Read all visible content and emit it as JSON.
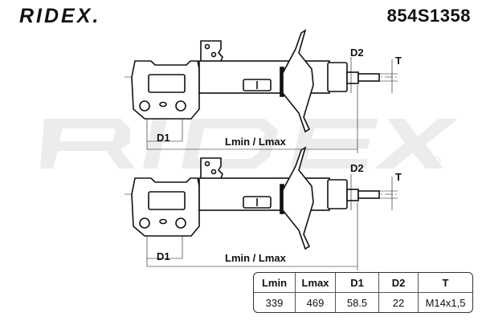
{
  "brand": "RIDEX.",
  "watermark": "RIDEX",
  "part_number": "854S1358",
  "drawings": [
    {
      "labels": {
        "d1": "D1",
        "d2": "D2",
        "t": "T",
        "length": "Lmin / Lmax"
      }
    },
    {
      "labels": {
        "d1": "D1",
        "d2": "D2",
        "t": "T",
        "length": "Lmin / Lmax"
      }
    }
  ],
  "spec_table": {
    "headers": [
      "Lmin",
      "Lmax",
      "D1",
      "D2",
      "T"
    ],
    "values": [
      "339",
      "469",
      "58.5",
      "22",
      "M14x1,5"
    ]
  }
}
